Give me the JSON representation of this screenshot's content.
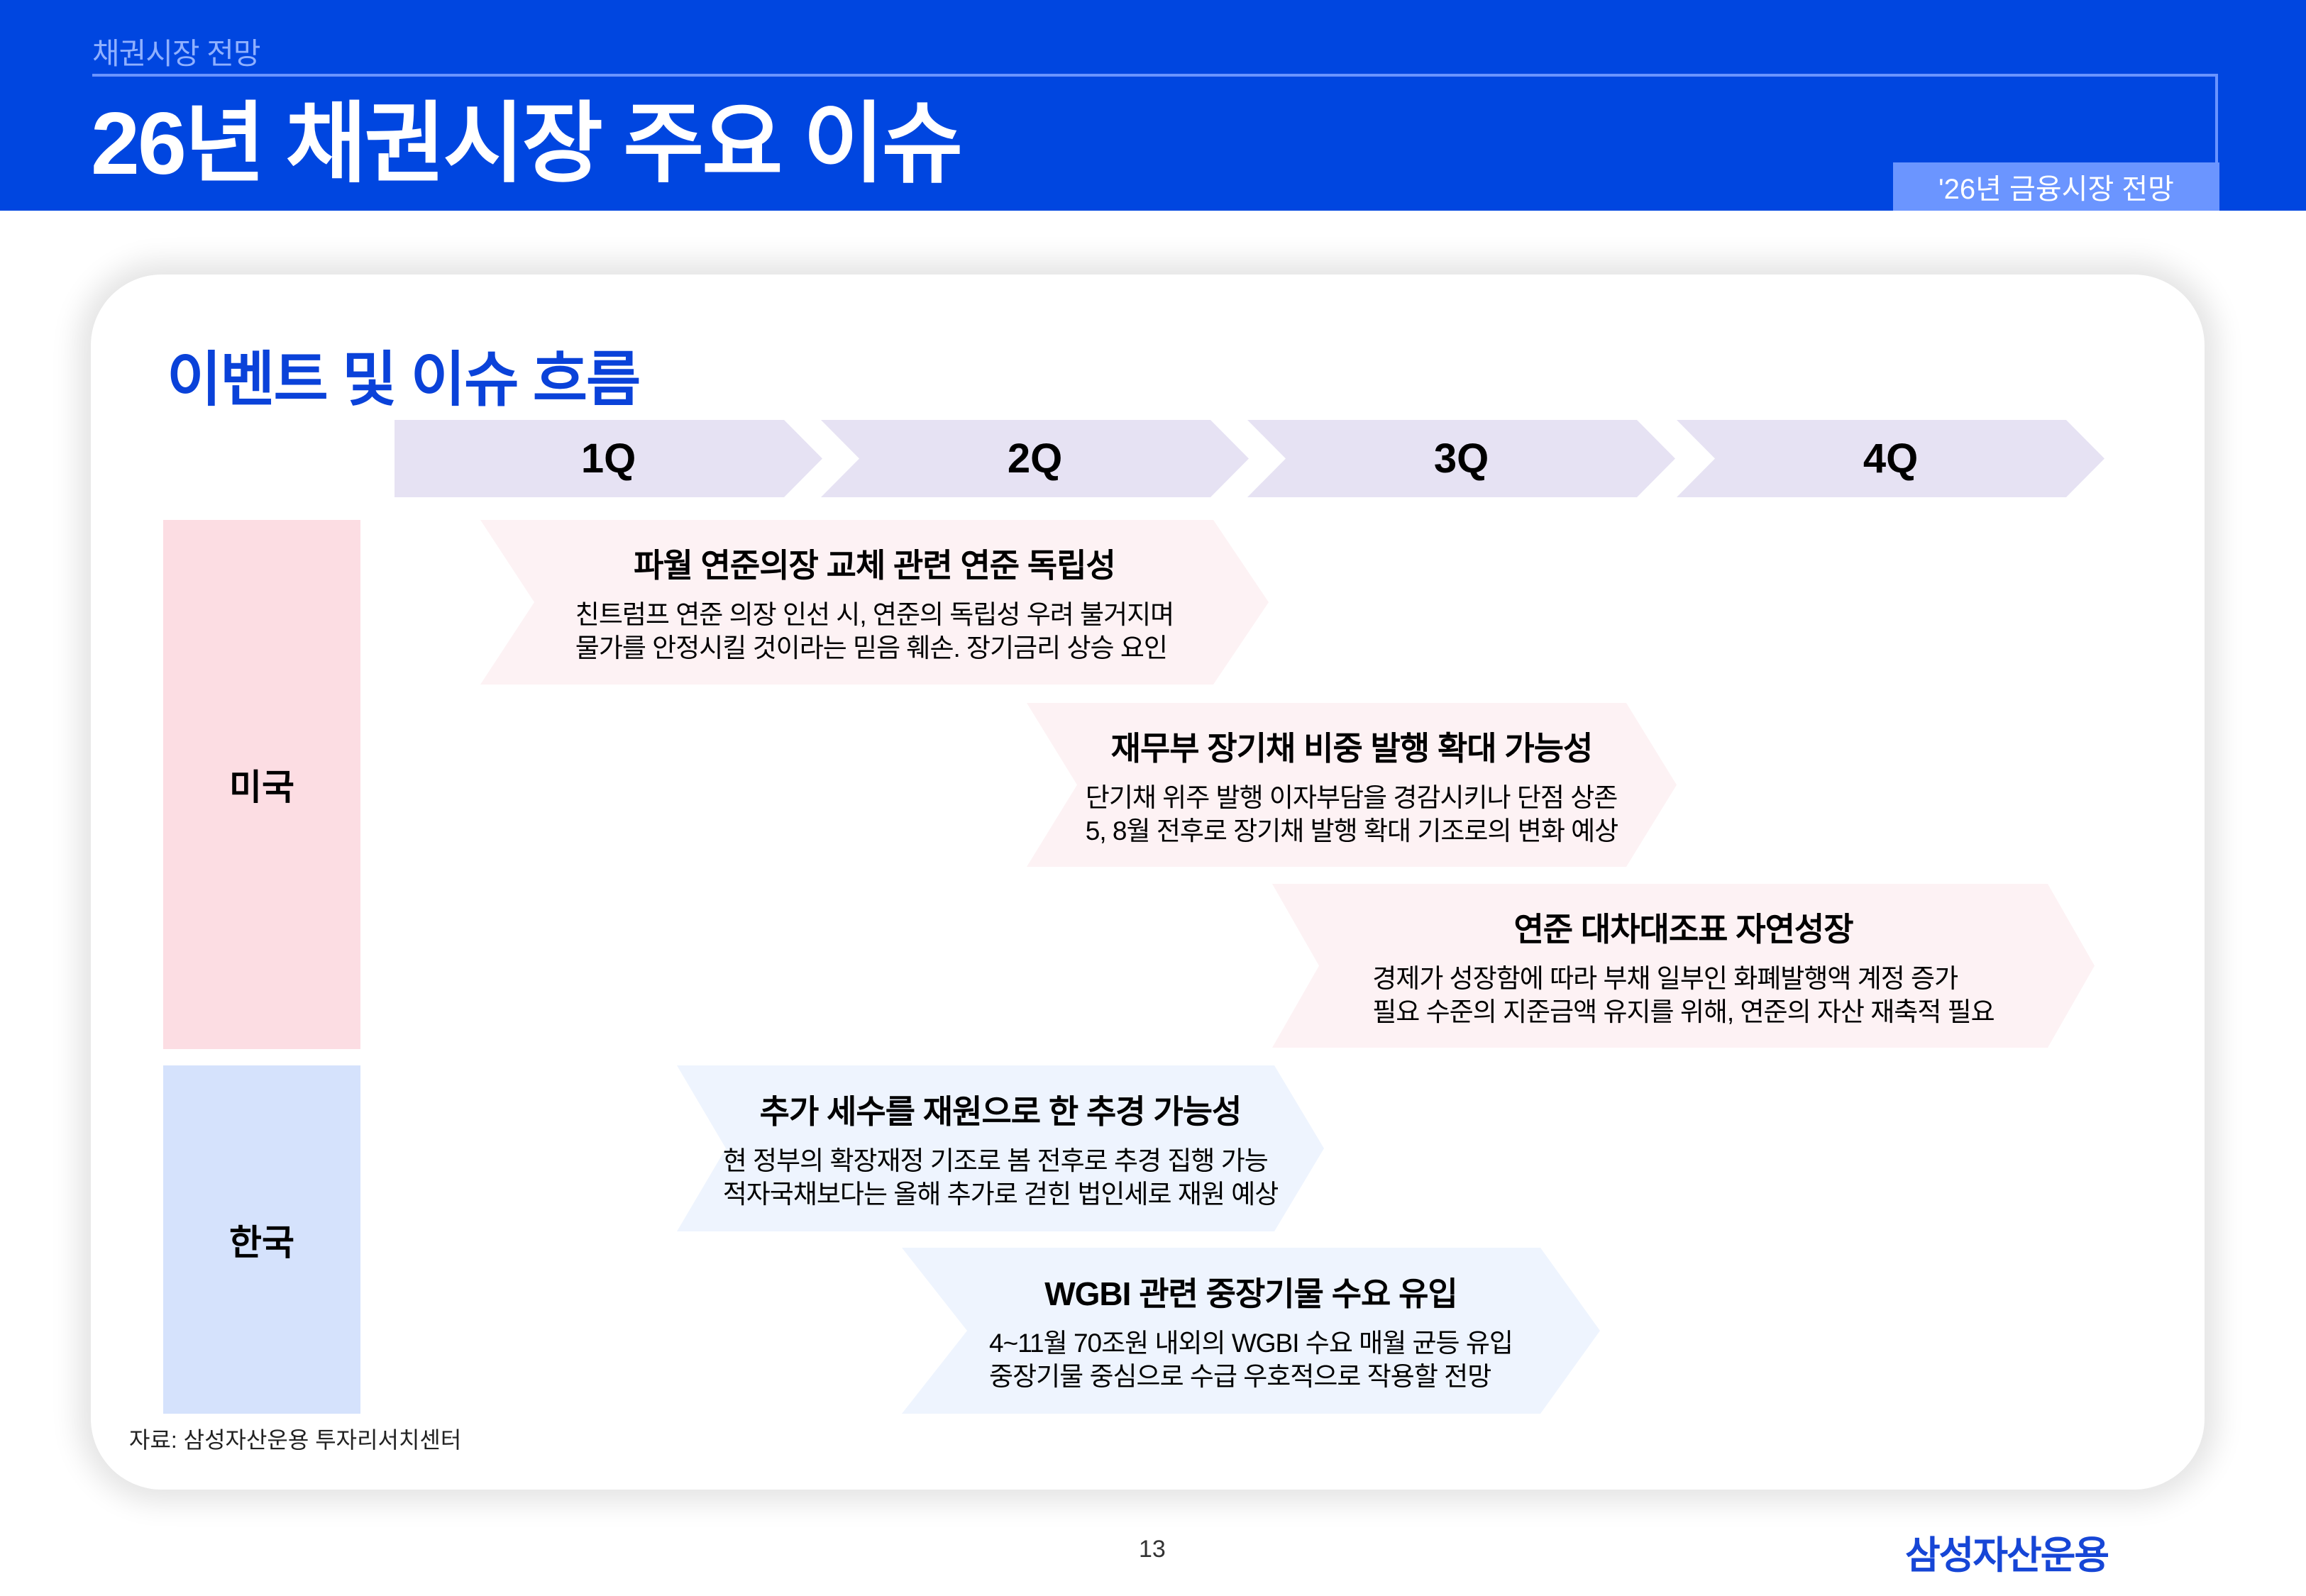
{
  "header": {
    "section": "채권시장 전망",
    "title": "26년 채권시장 주요 이슈",
    "badge": "'26년 금융시장 전망",
    "colors": {
      "band": "#0046E0",
      "badge": "#6B95FF",
      "line": "#6A94FF"
    }
  },
  "card": {
    "title": "이벤트 및 이슈 흐름",
    "quarters": [
      {
        "label": "1Q"
      },
      {
        "label": "2Q"
      },
      {
        "label": "3Q"
      },
      {
        "label": "4Q"
      }
    ],
    "rows": [
      {
        "label": "미국",
        "color": "#FCDDE3",
        "events": [
          {
            "title": "파월 연준의장 교체 관련 연준 독립성",
            "lines": [
              "친트럼프 연준 의장 인선 시, 연준의 독립성 우려 불거지며",
              "물가를 안정시킬 것이라는 믿음 훼손. 장기금리 상승 요인"
            ]
          },
          {
            "title": "재무부 장기채 비중 발행 확대 가능성",
            "lines": [
              "단기채 위주 발행 이자부담을 경감시키나 단점 상존",
              "5, 8월 전후로 장기채 발행 확대 기조로의 변화 예상"
            ]
          },
          {
            "title": "연준 대차대조표 자연성장",
            "lines": [
              "경제가 성장함에 따라 부채 일부인 화폐발행액 계정 증가",
              "필요 수준의 지준금액 유지를 위해, 연준의 자산 재축적 필요"
            ]
          }
        ]
      },
      {
        "label": "한국",
        "color": "#D5E2FC",
        "events": [
          {
            "title": "추가 세수를 재원으로 한 추경 가능성",
            "lines": [
              "현 정부의 확장재정 기조로 봄 전후로 추경 집행 가능",
              "적자국채보다는 올해 추가로 걷힌 법인세로 재원 예상"
            ]
          },
          {
            "title": "WGBI 관련 중장기물 수요 유입",
            "lines": [
              "4~11월 70조원 내외의 WGBI 수요 매월 균등 유입",
              "중장기물 중심으로 수급 우호적으로 작용할 전망"
            ]
          }
        ]
      }
    ],
    "source": "자료: 삼성자산운용 투자리서치센터"
  },
  "footer": {
    "page": "13",
    "logo": "삼성자산운용"
  }
}
